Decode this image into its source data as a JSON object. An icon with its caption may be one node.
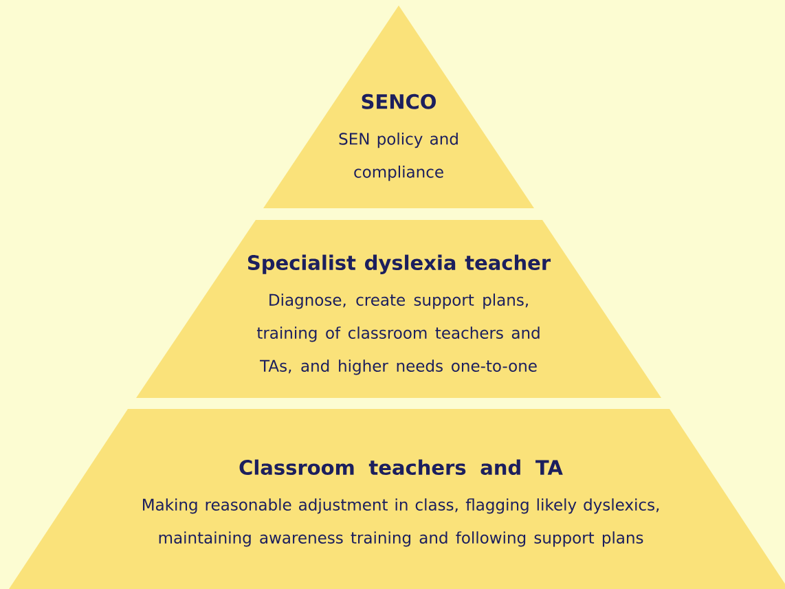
{
  "diagram": {
    "nodes": [
      {
        "text": [
          "SENCO",
          "SEN policy and compliance"
        ]
      },
      {
        "text": [
          "Specialist dyslexia teacher",
          "Diagnose, create support plans, training of classroom teachers and TAs, and higher needs one-to-one"
        ]
      },
      {
        "text": [
          "Classroom teachers and TA",
          "Making reasonable adjustment in class, flagging likely dyslexics, maintaining awareness training and following support plans"
        ]
      }
    ]
  }
}
